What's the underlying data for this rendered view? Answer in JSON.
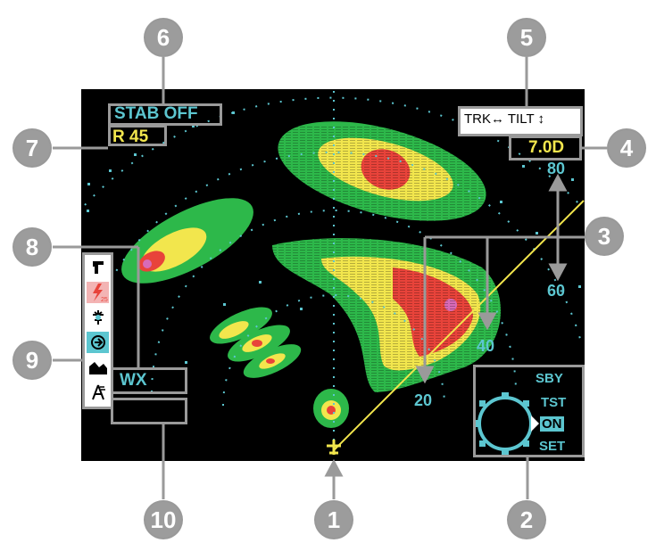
{
  "screen": {
    "stab": "STAB OFF",
    "range_sel": "R 45",
    "trk_tilt": "TRK↔ TILT ↕",
    "tilt_value": "7.0D",
    "range_marks": [
      "80",
      "60",
      "40",
      "20"
    ],
    "mode_label": "WX",
    "mode_menu": [
      "SBY",
      "TST",
      "ON",
      "SET"
    ]
  },
  "callouts": [
    "1",
    "2",
    "3",
    "4",
    "5",
    "6",
    "7",
    "8",
    "9",
    "10"
  ],
  "icons": [
    "windshear-icon",
    "lightning-25-icon",
    "turbulence-icon",
    "predictive-windshear-icon",
    "terrain-icon",
    "ground-clutter-icon"
  ],
  "colors": {
    "screen_bg": "#000000",
    "cyan": "#5cc6d0",
    "yellow": "#f2e64d",
    "green": "#2db84a",
    "red": "#e8433a",
    "magenta": "#d86ab7",
    "frame_gray": "#9a9a9a"
  }
}
